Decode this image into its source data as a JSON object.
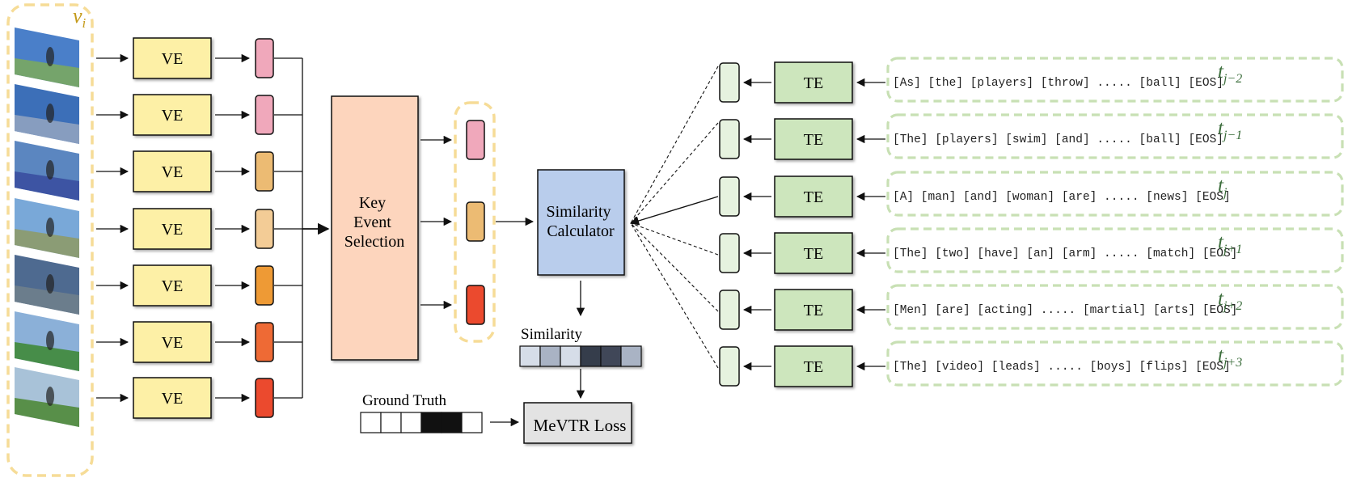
{
  "video": {
    "label_base": "v",
    "label_sub": "i",
    "frame_count": 7
  },
  "visual_encoder": {
    "label": "VE"
  },
  "key_event_selection": {
    "lines": [
      "Key",
      "Event",
      "Selection"
    ]
  },
  "similarity_calculator": {
    "lines": [
      "Similarity",
      "Calculator"
    ]
  },
  "similarity": {
    "label": "Similarity"
  },
  "ground_truth": {
    "label": "Ground Truth"
  },
  "loss": {
    "label": "MeVTR Loss"
  },
  "text_encoder": {
    "label": "TE"
  },
  "texts": [
    {
      "sentence": "[As] [the] [players] [throw] ..... [ball] [EOS]",
      "label_base": "t",
      "label_sub": "j−2"
    },
    {
      "sentence": "[The] [players] [swim] [and] ..... [ball] [EOS]",
      "label_base": "t",
      "label_sub": "j−1"
    },
    {
      "sentence": "[A] [man] [and] [woman] [are] ..... [news] [EOS]",
      "label_base": "t",
      "label_sub": "j"
    },
    {
      "sentence": "[The] [two] [have] [an] [arm] ..... [match] [EOS]",
      "label_base": "t",
      "label_sub": "j+1"
    },
    {
      "sentence": "[Men] [are] [acting] ..... [martial] [arts] [EOS]",
      "label_base": "t",
      "label_sub": "j+2"
    },
    {
      "sentence": "[The] [video] [leads] ..... [boys] [flips] [EOS]",
      "label_base": "t",
      "label_sub": "j+3"
    }
  ],
  "colors": {
    "frame_features": [
      "#f0a8bb",
      "#f0a8bb",
      "#ecbb73",
      "#f3cc96",
      "#ee9a35",
      "#ee6a35",
      "#eb4a2e"
    ],
    "selected_features": [
      "#f0a8bb",
      "#ecbb73",
      "#eb4a2e"
    ],
    "similarity_cells": [
      "#d6dde8",
      "#a9b3c4",
      "#d6dde8",
      "#363d4c",
      "#3f4659",
      "#a9b3c4"
    ],
    "ground_truth_cells": [
      "#ffffff",
      "#ffffff",
      "#ffffff",
      "#111111",
      "#111111",
      "#ffffff"
    ],
    "ve_fill": "#fdf0a6",
    "kes_fill": "#fdd5bd",
    "sim_fill": "#b9cdec",
    "te_fill": "#cde6bd",
    "text_feature_fill": "#e6f2df",
    "loss_fill": "#e3e3e3",
    "video_border": "#f6dc97",
    "text_border": "#c8e0b4",
    "video_label_color": "#c49a1a",
    "text_label_color": "#3c6e3c"
  }
}
